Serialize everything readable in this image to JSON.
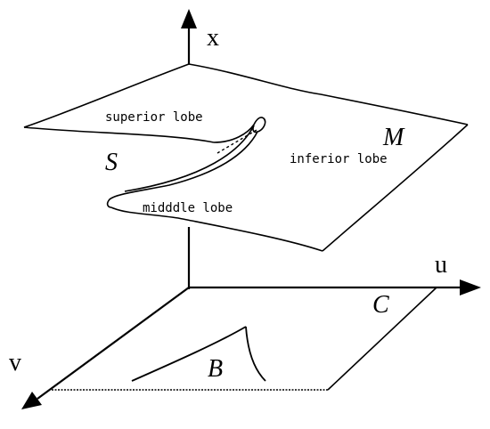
{
  "axes": {
    "x_label": "x",
    "u_label": "u",
    "v_label": "v"
  },
  "surface_labels": {
    "S": "S",
    "M": "M",
    "C": "C",
    "B": "B"
  },
  "lobes": {
    "superior": "superior lobe",
    "inferior": "inferior lobe",
    "middle": "midddle lobe"
  },
  "colors": {
    "ink": "#000000",
    "background": "#ffffff"
  }
}
